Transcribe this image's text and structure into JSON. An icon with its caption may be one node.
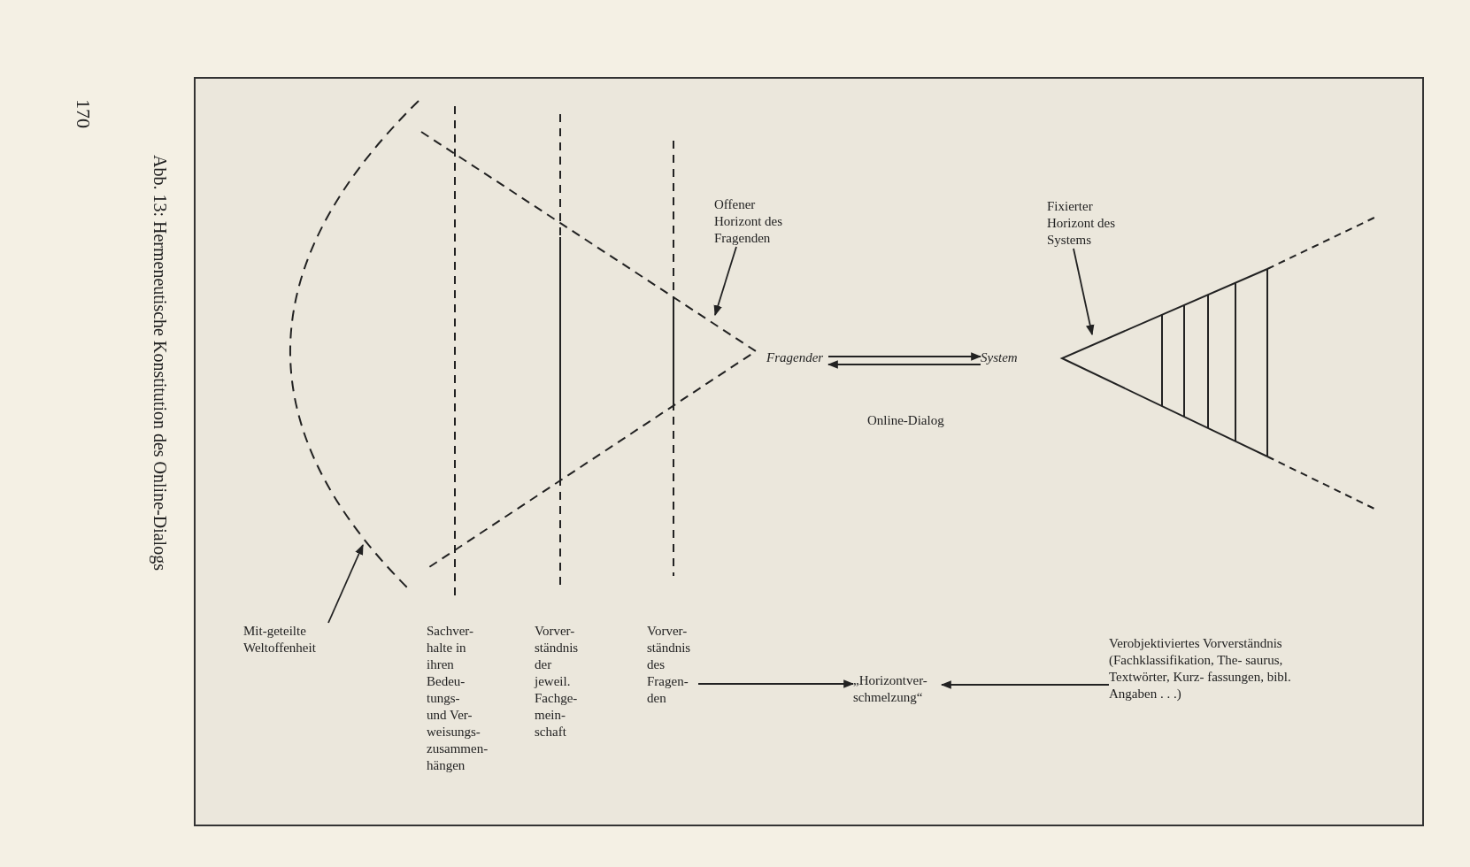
{
  "diagram": {
    "caption": "Abb. 13: Hermeneutische Konstitution des Online-Dialogs",
    "nodes": [
      {
        "text": [
          "Offener Horizont des Fragenden"
        ]
      },
      {
        "text": [],
        "shape": "triangle"
      },
      {
        "text": [
          "Fragender"
        ]
      },
      {
        "text": [
          "System"
        ]
      },
      {
        "text": [
          "Fixierter Horizont des Systems"
        ]
      },
      {
        "text": [],
        "shape": "triangle"
      },
      {
        "text": [
          "Mit-geteilte Weltoffenheit"
        ]
      },
      {
        "text": [],
        "shape": "arc"
      },
      {
        "text": [
          "Sachver- halte in ihren Bedeu- tungs- und Ver- weisungs- zusammen- hängen"
        ]
      },
      {
        "text": [
          "Vorver- ständnis der jeweil. Fachge- mein- schaft"
        ]
      },
      {
        "text": [
          "Vorver- ständnis des Fragen- den"
        ]
      },
      {
        "text": [
          "„Horizontver- schmelzung“"
        ]
      },
      {
        "text": [
          "Verobjektiviertes Vorverständnis (Fachklassifikation, The- saurus, Textwörter, Kurz- fassungen, bibl. Angaben . . .)"
        ]
      }
    ],
    "edges": [
      {
        "from": 0,
        "to": 1,
        "arrow": "to"
      },
      {
        "from": 2,
        "to": 3,
        "arrow": "to"
      },
      {
        "from": 3,
        "to": 2,
        "arrow": "to"
      },
      {
        "from": 4,
        "to": 5,
        "arrow": "to"
      },
      {
        "from": 6,
        "to": 7,
        "arrow": "to"
      },
      {
        "from": 10,
        "to": 11,
        "arrow": "to"
      },
      {
        "from": 12,
        "to": 11,
        "arrow": "to"
      }
    ],
    "labels": [
      "170",
      "Online-Dialog"
    ]
  }
}
